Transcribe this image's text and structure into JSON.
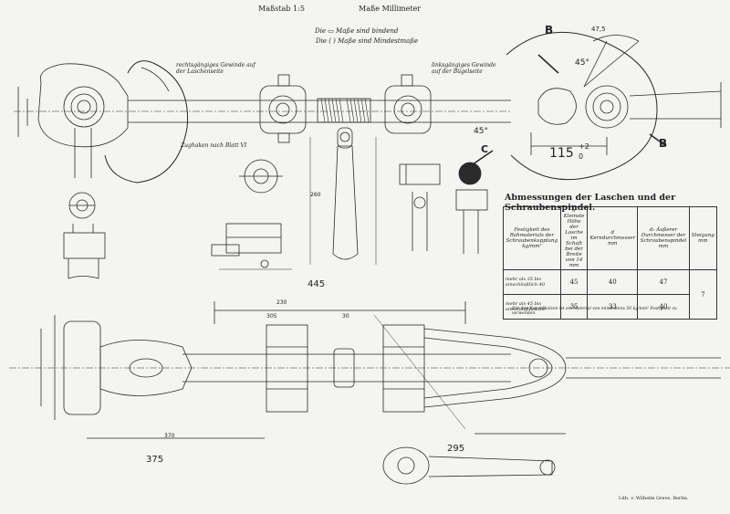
{
  "header": {
    "scale": "Maßstab 1:5",
    "units": "Maße Millimeter",
    "legend_binding": "Die ▭ Maße sind bindend",
    "legend_minimum": "Die ( ) Maße sind Mindestmaße"
  },
  "annotations": {
    "thread_right": "rechtsgängiges Gewinde auf der Laschenseite",
    "thread_left": "linksgängiges Gewinde auf der Bügelseite",
    "hook_ref": "Zughaken nach Blatt VI",
    "dim_445": "445",
    "dim_375": "375",
    "dim_295": "295",
    "dim_115": "115",
    "dim_115_tol": "+2",
    "dim_115_tol2": "0",
    "angle_45a": "45°",
    "angle_45b": "45°",
    "angle_47": "47,5",
    "section_b1": "B",
    "section_b2": "B",
    "section_c": "C",
    "dim_230": "230",
    "dim_305": "305",
    "dim_30": "30",
    "dim_260": "260",
    "dim_370": "370"
  },
  "table": {
    "title": "Abmessungen der Laschen und der Schraubenspindel.",
    "headers": [
      "Festigkeit des Rohmaterials der Schraubenkupplung kg/mm²",
      "h Kleinste Höhe der Lasche im Schaft bei der Breite von 14 mm",
      "d Kerndurchmesser mm",
      "d₁ Äußerer Durchmesser der Schraubenspindel mm",
      "Steigung mm"
    ],
    "rows": [
      {
        "label": "mehr als 35 bis einschließlich 40",
        "h": "45",
        "d": "40",
        "d1": "47"
      },
      {
        "label": "mehr als 45 bis einschließlich 50",
        "h": "35",
        "d": "33",
        "d1": "40"
      }
    ],
    "pitch": "7",
    "note": "Für den Kuppelbolzen ist ein Material von mindestens 50 kg/mm² Festigkeit zu verwenden."
  },
  "footer": {
    "printer": "Lith. v. Wilhelm Greve, Berlin."
  }
}
